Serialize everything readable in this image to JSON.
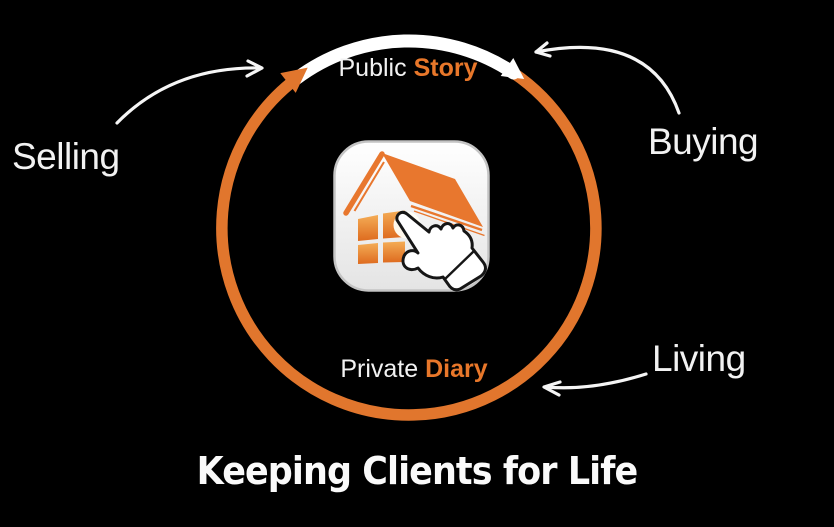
{
  "title": "Keeping Clients for Life",
  "colors": {
    "background": "#000000",
    "ring_orange": "#E1762D",
    "accent_orange": "#E8772A",
    "text_white": "#F2F2F2"
  },
  "cycle": {
    "top_label": {
      "prefix": "Public",
      "highlight": "Story"
    },
    "bottom_label": {
      "prefix": "Private",
      "highlight": "Diary"
    },
    "outer_labels": {
      "selling": "Selling",
      "buying": "Buying",
      "living": "Living"
    },
    "center_icon": "house-touch-app-icon"
  }
}
